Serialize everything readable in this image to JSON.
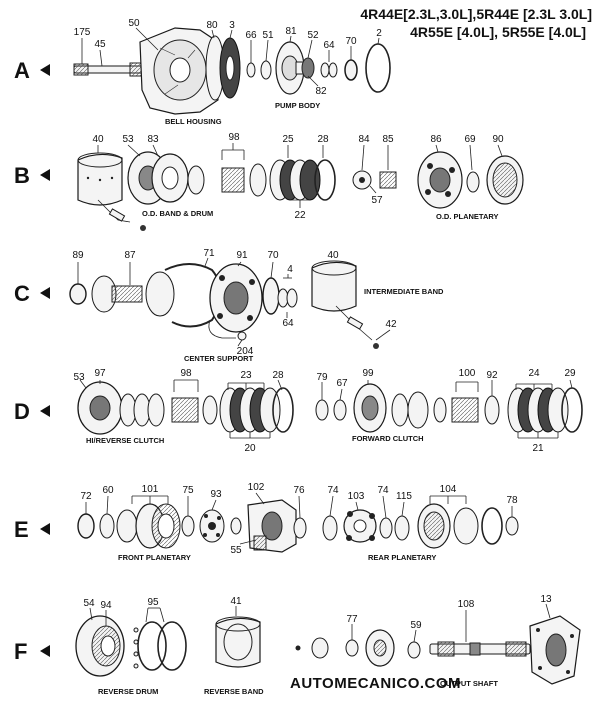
{
  "header": {
    "line1": "4R44E[2.3L,3.0L],5R44E [2.3L 3.0L]",
    "line2": "4R55E [4.0L], 5R55E [4.0L]"
  },
  "rows": [
    {
      "letter": "A",
      "labels": [
        "175",
        "45",
        "50",
        "80",
        "3",
        "66",
        "51",
        "81",
        "52",
        "64",
        "70",
        "2",
        "82"
      ],
      "captions": [
        "BELL HOUSING",
        "PUMP BODY"
      ]
    },
    {
      "letter": "B",
      "labels": [
        "40",
        "53",
        "83",
        "98",
        "25",
        "28",
        "84",
        "85",
        "86",
        "69",
        "90",
        "57",
        "22"
      ],
      "captions": [
        "O.D. BAND & DRUM",
        "O.D. PLANETARY"
      ]
    },
    {
      "letter": "C",
      "labels": [
        "89",
        "87",
        "71",
        "91",
        "70",
        "40",
        "4",
        "64",
        "42",
        "204"
      ],
      "captions": [
        "INTERMEDIATE BAND",
        "CENTER SUPPORT"
      ]
    },
    {
      "letter": "D",
      "labels": [
        "53",
        "97",
        "98",
        "23",
        "28",
        "79",
        "67",
        "99",
        "100",
        "92",
        "24",
        "29",
        "20",
        "21"
      ],
      "captions": [
        "HI/REVERSE CLUTCH",
        "FORWARD CLUTCH"
      ]
    },
    {
      "letter": "E",
      "labels": [
        "72",
        "60",
        "101",
        "75",
        "93",
        "102",
        "76",
        "74",
        "103",
        "74",
        "115",
        "104",
        "78",
        "55"
      ],
      "captions": [
        "FRONT PLANETARY",
        "REAR PLANETARY"
      ]
    },
    {
      "letter": "F",
      "labels": [
        "54",
        "94",
        "95",
        "41",
        "77",
        "59",
        "108",
        "13"
      ],
      "captions": [
        "REVERSE DRUM",
        "REVERSE BAND",
        "OUTPUT SHAFT"
      ]
    }
  ],
  "watermark": "AUTOMECANICO.COM"
}
